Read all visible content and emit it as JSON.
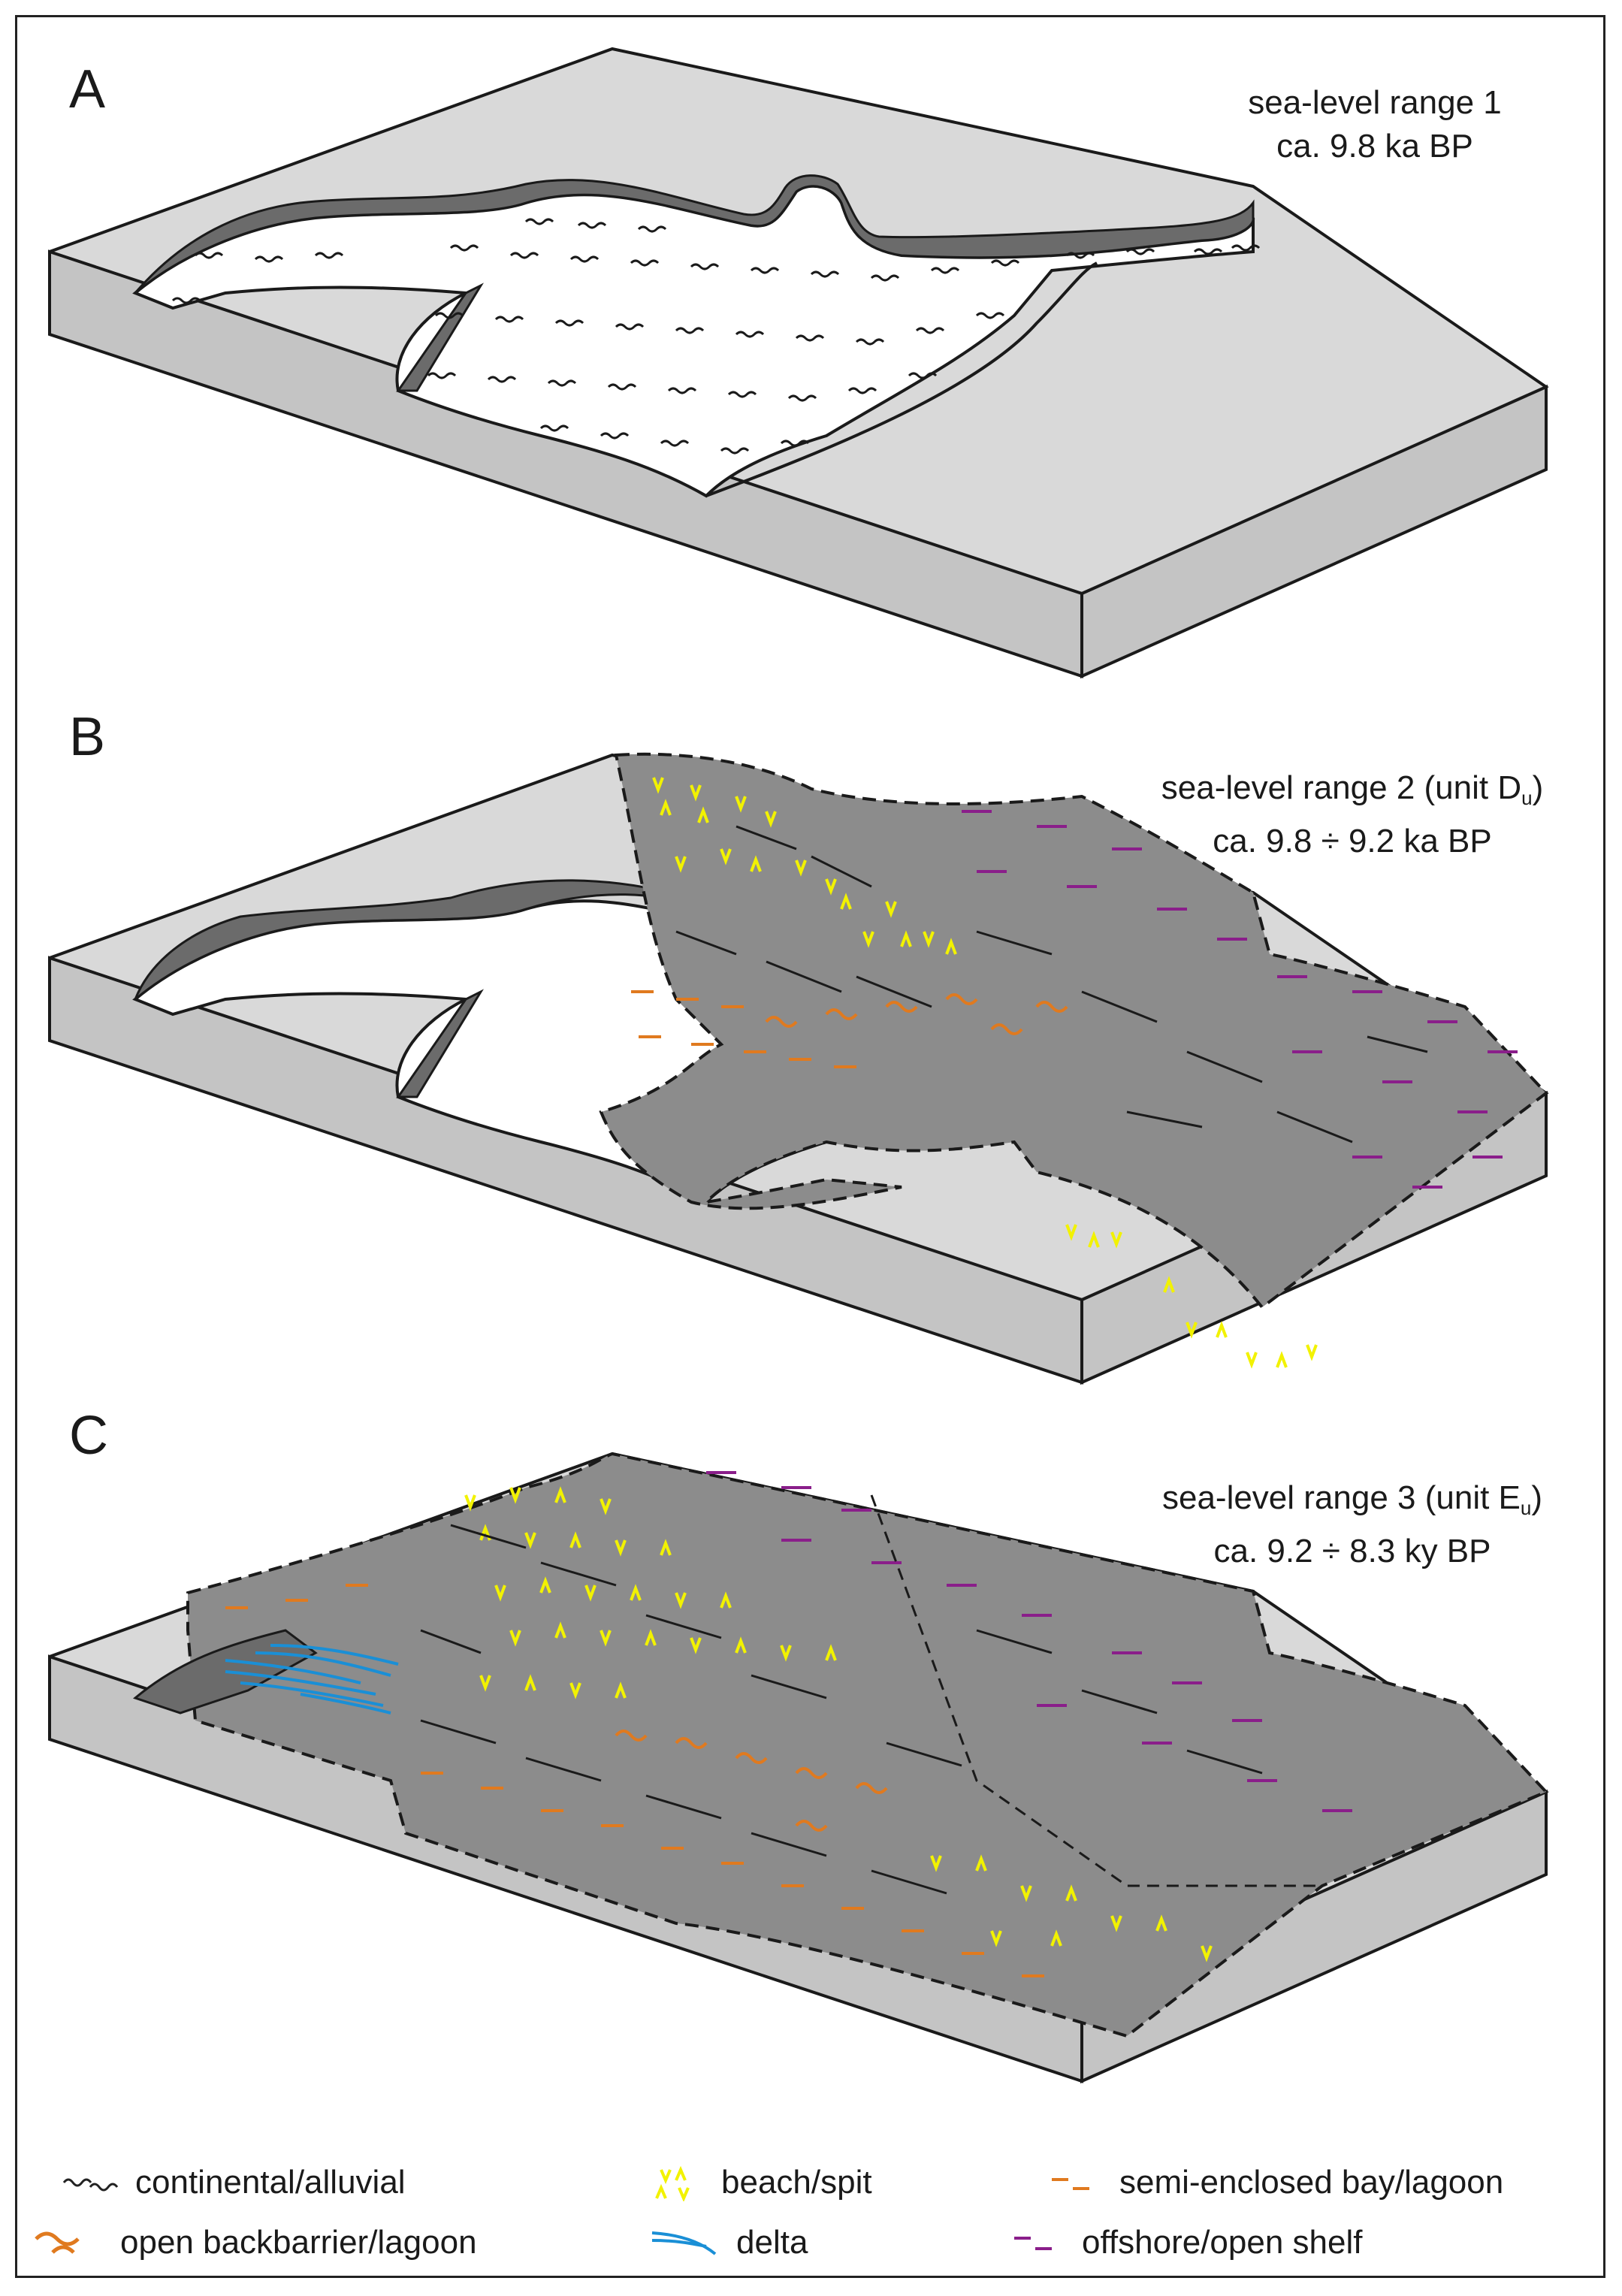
{
  "panels": [
    {
      "letter": "A",
      "caption_line1": "sea-level range 1",
      "caption_line2": "ca. 9.8 ka BP",
      "unit_letter": "",
      "unit_sub": ""
    },
    {
      "letter": "B",
      "caption_line1": "sea-level range 2  (unit D",
      "caption_line2": "ca. 9.8 ÷ 9.2 ka BP",
      "unit_letter": "D",
      "unit_sub": "u",
      "caption_close": ")"
    },
    {
      "letter": "C",
      "caption_line1": "sea-level range 3 (unit E",
      "caption_line2": "ca. 9.2 ÷ 8.3 ky BP",
      "unit_letter": "E",
      "unit_sub": "u",
      "caption_close": ")"
    }
  ],
  "legend": [
    {
      "key": "continental",
      "label": "continental/alluvial",
      "color": "#222222",
      "icon": "wavy-symbol"
    },
    {
      "key": "beach",
      "label": "beach/spit",
      "color": "#f2f200",
      "icon": "v-symbol"
    },
    {
      "key": "semi_bay",
      "label": "semi-enclosed bay/lagoon",
      "color": "#e07a1f",
      "icon": "dash-symbol"
    },
    {
      "key": "backbarrier",
      "label": "open backbarrier/lagoon",
      "color": "#e07a1f",
      "icon": "wave-symbol"
    },
    {
      "key": "delta",
      "label": "delta",
      "color": "#1a8fd6",
      "icon": "delta-lines-symbol"
    },
    {
      "key": "offshore",
      "label": "offshore/open shelf",
      "color": "#8a1e8a",
      "icon": "dash-symbol"
    }
  ],
  "colors": {
    "land_top": "#d9d9d9",
    "land_side": "#c4c4c4",
    "coast_band": "#6b6b6b",
    "marine_fill": "#8c8c8c",
    "outline": "#1a1a1a"
  }
}
